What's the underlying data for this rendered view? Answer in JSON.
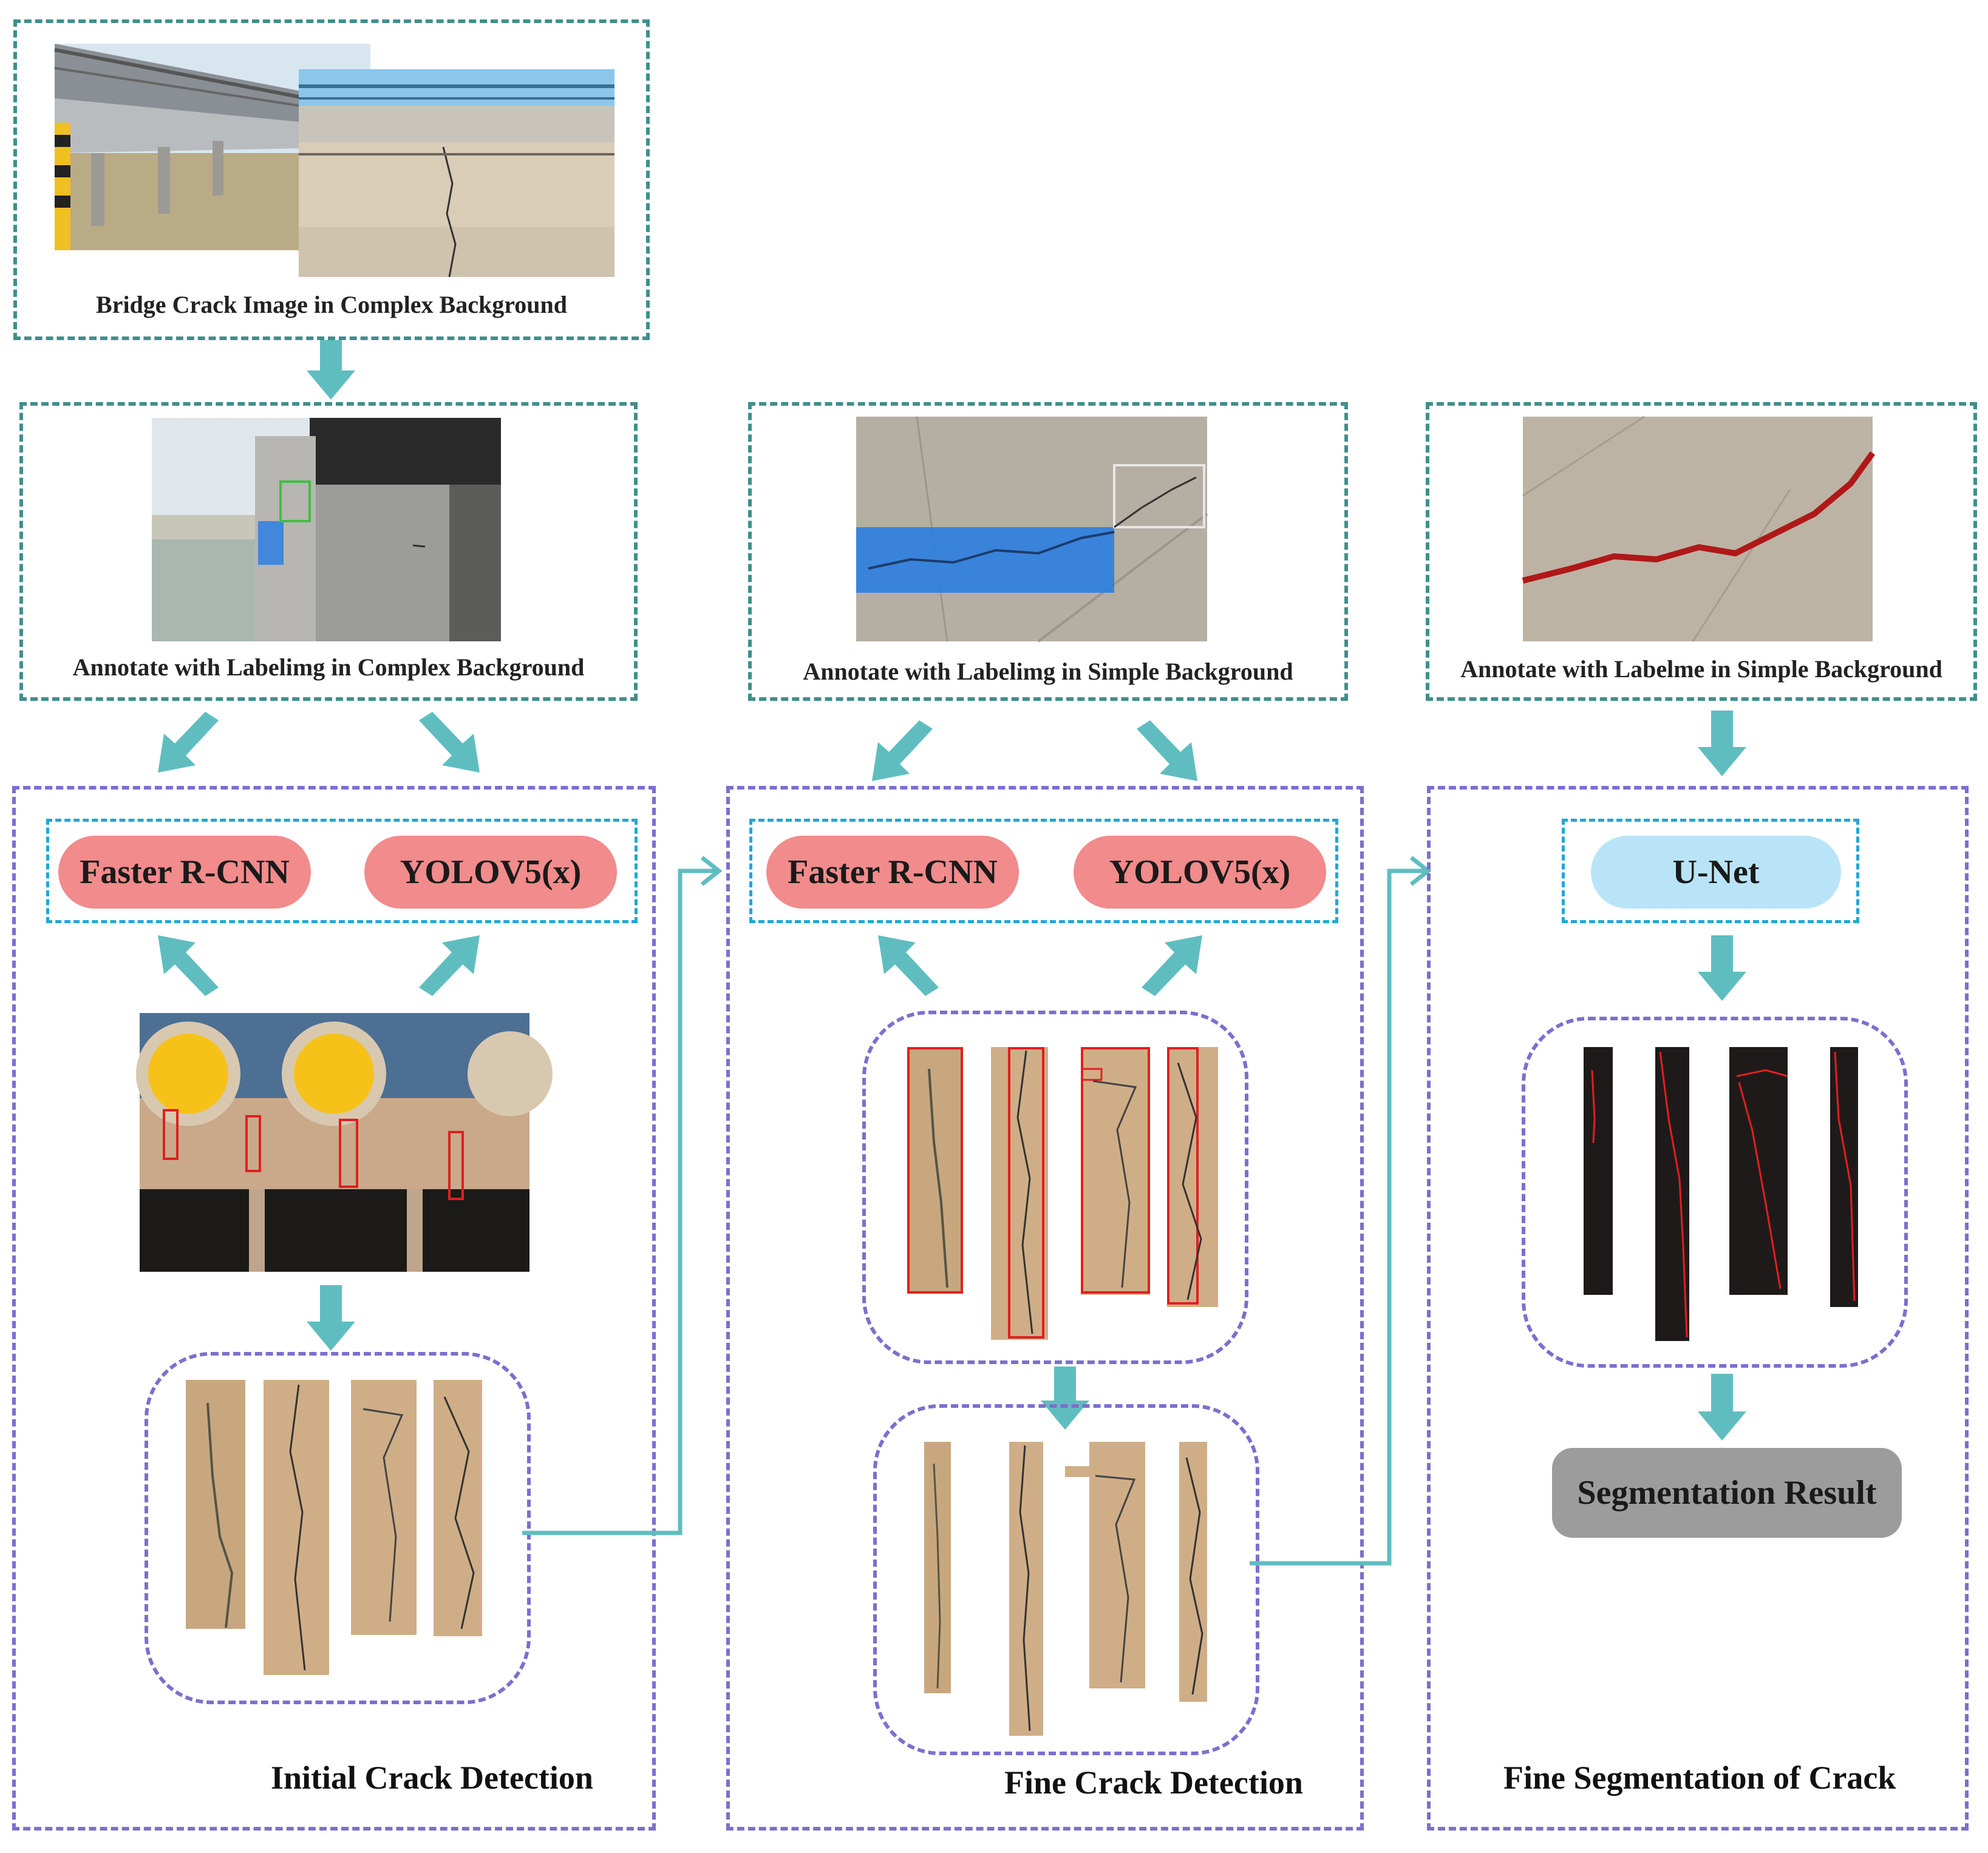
{
  "top": {
    "caption": "Bridge Crack Image in Complex Background"
  },
  "annotate_panels": [
    {
      "caption": "Annotate with Labelimg in Complex Background"
    },
    {
      "caption": "Annotate with Labelimg in Simple Background"
    },
    {
      "caption": "Annotate with Labelme in Simple Background"
    }
  ],
  "stages": {
    "initial": {
      "title": "Initial Crack Detection",
      "model_a": "Faster R-CNN",
      "model_b": "YOLOV5(x)"
    },
    "fine": {
      "title": "Fine Crack Detection",
      "model_a": "Faster R-CNN",
      "model_b": "YOLOV5(x)"
    },
    "segmentation": {
      "title": "Fine Segmentation of Crack",
      "model": "U-Net",
      "result": "Segmentation Result"
    }
  },
  "colors": {
    "arrow": "#5fbdc0",
    "teal_border": "#3f8f8c",
    "purple_border": "#7b6fcf",
    "cyan_border": "#22a6d8",
    "model_pill": "#f28b8b",
    "unet_pill": "#b9e4f7",
    "result_pill": "#9c9c9c",
    "bbox_red": "#e02020",
    "annotation_blue": "#2f7fe0"
  }
}
